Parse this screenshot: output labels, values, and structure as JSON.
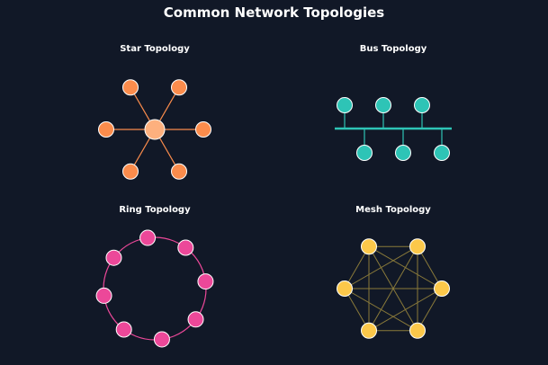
{
  "title": "Common Network Topologies",
  "background": "#111827",
  "panels": [
    {
      "key": "star",
      "title": "Star Topology",
      "color": "#fb8c4c",
      "hub_color": "#fdb07e",
      "nodes": 6
    },
    {
      "key": "bus",
      "title": "Bus Topology",
      "color": "#2ec4b6",
      "nodes": 6
    },
    {
      "key": "ring",
      "title": "Ring Topology",
      "color": "#ec4899",
      "nodes": 8
    },
    {
      "key": "mesh",
      "title": "Mesh Topology",
      "color": "#fcc84a",
      "link_color": "#8a7a3a",
      "nodes": 6
    }
  ]
}
